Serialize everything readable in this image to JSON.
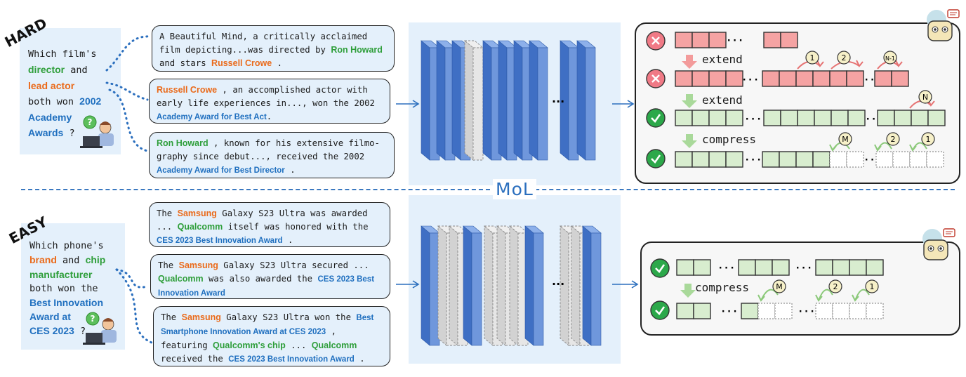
{
  "hard": {
    "tag": "HARD",
    "question": {
      "line1": "Which film's",
      "director": "director",
      "and": "and",
      "lead_actor": "lead actor",
      "both_won": "both won",
      "year": "2002",
      "academy": "Academy",
      "awards": "Awards",
      "qmark": "?"
    },
    "docs": [
      {
        "pre": "A Beautiful Mind, a critically acclaimed film depicting...was directed by ",
        "k1": "Ron Howard",
        "mid": "and stars ",
        "k2": "Russell Crowe",
        "post": " ."
      },
      {
        "k1": "Russell Crowe",
        "pre": " , an accomplished actor with early life experiences in..., won the 2002 ",
        "k2": "Academy Award for Best Act",
        "post": "."
      },
      {
        "k1": "Ron Howard",
        "pre": " , known for his extensive filmo-graphy since debut..., received the 2002 ",
        "k2": "Academy Award for Best Director",
        "post": " ."
      }
    ],
    "steps": [
      "extend",
      "extend",
      "compress"
    ],
    "badges_row2": [
      "1",
      "2",
      "N-1"
    ],
    "badge_row3": "N",
    "badges_row4": [
      "M",
      "2",
      "1"
    ],
    "ellipsis": "···"
  },
  "mol_label": "MoL",
  "easy": {
    "tag": "EASY",
    "question": {
      "line1": "Which phone's",
      "brand": "brand",
      "and": "and",
      "chip": "chip",
      "manufacturer": "manufacturer",
      "both_won": "both won the",
      "award1": "Best Innovation",
      "award2": "Award at",
      "award3": "CES 2023",
      "qmark": "?"
    },
    "docs": [
      {
        "pre": "The ",
        "k1": "Samsung",
        "mid": " Galaxy S23 Ultra was awarded ... ",
        "k2": "Qualcomm",
        "mid2": " itself was honored with the ",
        "k3": "CES 2023 Best Innovation Award",
        "post": " ."
      },
      {
        "pre": "The ",
        "k1": "Samsung",
        "mid": " Galaxy S23 Ultra secured ... ",
        "k2": "Qualcomm",
        "mid2": " was also awarded the ",
        "k3": "CES 2023 Best Innovation Award"
      },
      {
        "pre": "The ",
        "k1": "Samsung",
        "mid": " Galaxy S23 Ultra won the ",
        "k2": "Best Smartphone Innovation Award at CES 2023",
        "mid2": " , featuring ",
        "k3": "Qualcomm's chip",
        "mid3": " ... ",
        "k4": "Qualcomm",
        "mid4": " received the ",
        "k5": "CES 2023 Best Innovation Award",
        "post": " ."
      }
    ],
    "step": "compress",
    "badges": [
      "M",
      "2",
      "1"
    ],
    "ellipsis": "···"
  },
  "layers_ellipsis": "···",
  "colors": {
    "layer_front": "#6f97dc",
    "layer_side": "#3f6fc4",
    "layer_top": "#8db0ea",
    "ghost": "#e6e6e6",
    "cell_red": "#f5a3a3",
    "cell_green": "#d8edcf",
    "accent_blue": "#2b6fbe",
    "green_text": "#2e9e3a",
    "orange_text": "#ea6a1a"
  },
  "icons": [
    "person-at-laptop-icon",
    "question-bubble-icon",
    "robot-icon",
    "cross-icon",
    "check-icon"
  ]
}
